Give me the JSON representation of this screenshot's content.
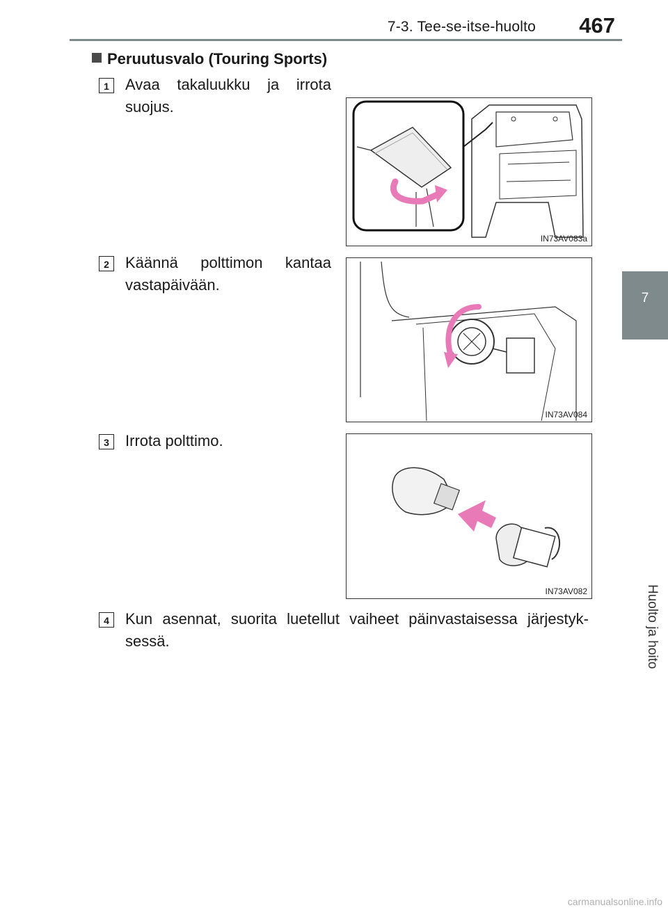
{
  "header": {
    "section_title": "7-3. Tee-se-itse-huolto",
    "page_number": "467"
  },
  "side_tab": {
    "chapter_number": "7",
    "chapter_title": "Huolto ja hoito"
  },
  "section_heading": "Peruutusvalo (Touring Sports)",
  "steps": [
    {
      "number": "1",
      "text": "Avaa takaluukku ja irrota suojus.",
      "figure_code": "IN73AV083a"
    },
    {
      "number": "2",
      "text": "Käännä polttimon kantaa vastapäivään.",
      "figure_code": "IN73AV084"
    },
    {
      "number": "3",
      "text": "Irrota polttimo.",
      "figure_code": "IN73AV082"
    },
    {
      "number": "4",
      "text": "Kun asennat, suorita luetellut vaiheet päinvastaisessa järjestyk-sessä."
    }
  ],
  "footer": {
    "watermark": "carmanualsonline.info"
  },
  "colors": {
    "accent_gray": "#7f8a8c",
    "arrow_pink": "#e87ab8"
  }
}
